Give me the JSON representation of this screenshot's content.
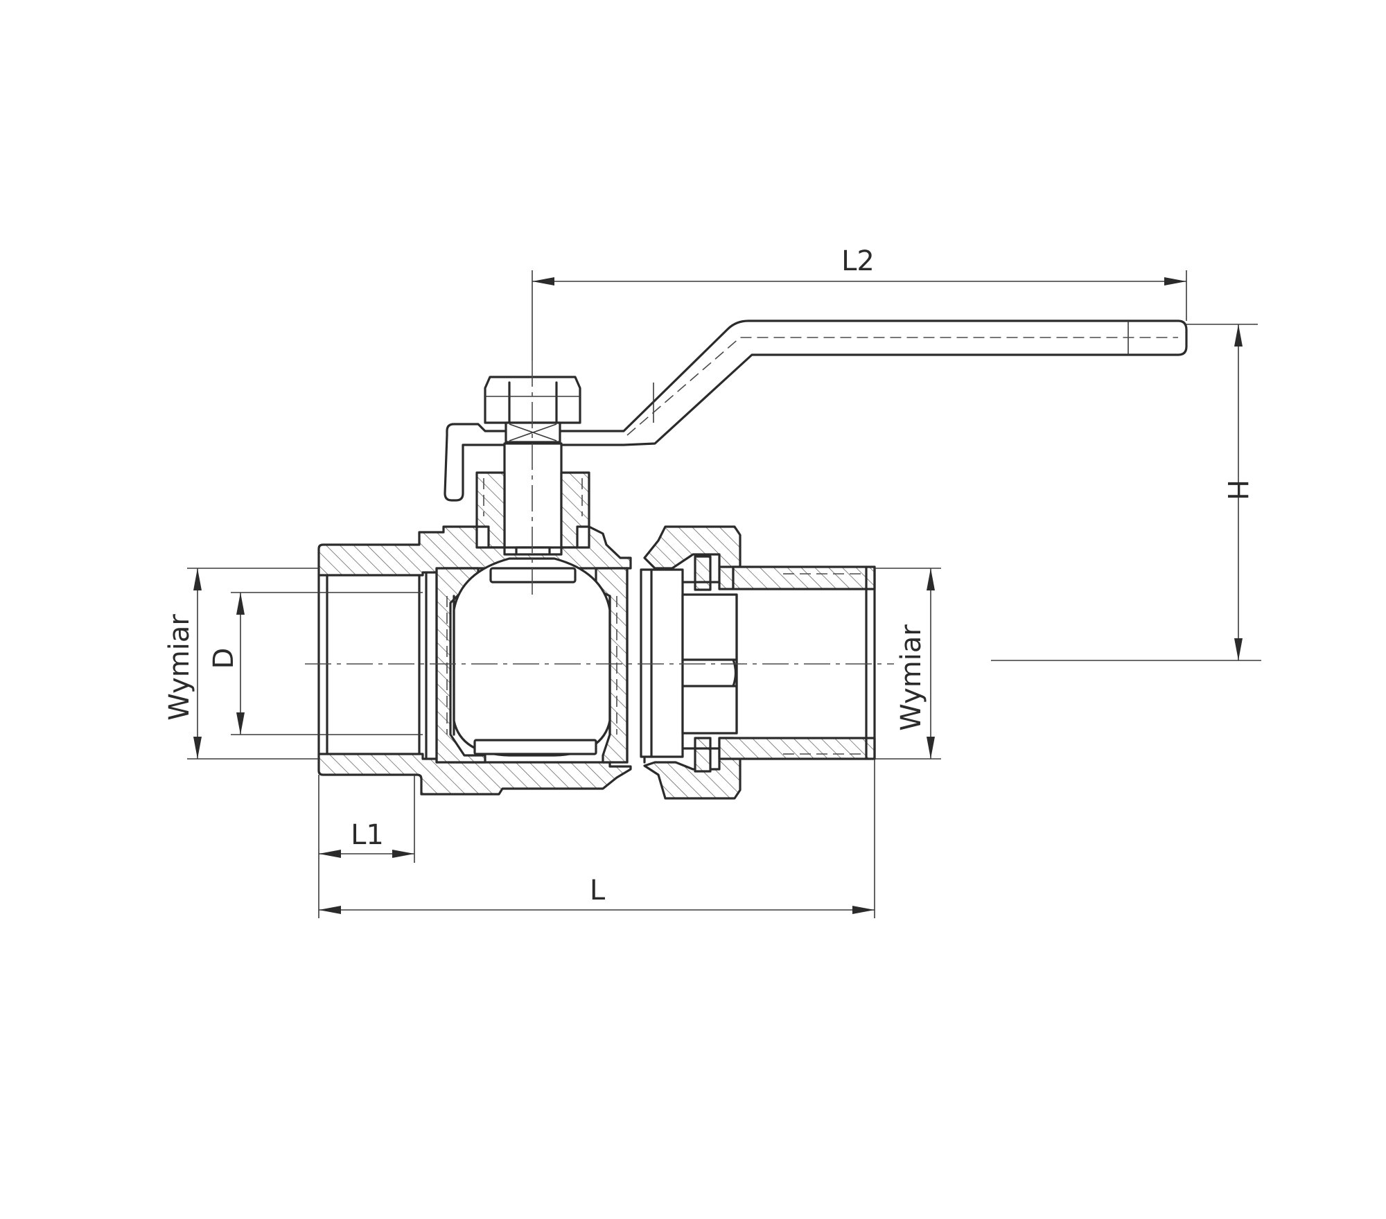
{
  "diagram": {
    "labels": {
      "l2": "L2",
      "h": "H",
      "d": "D",
      "wymiar_left": "Wymiar",
      "wymiar_right": "Wymiar",
      "l1": "L1",
      "l": "L"
    }
  }
}
